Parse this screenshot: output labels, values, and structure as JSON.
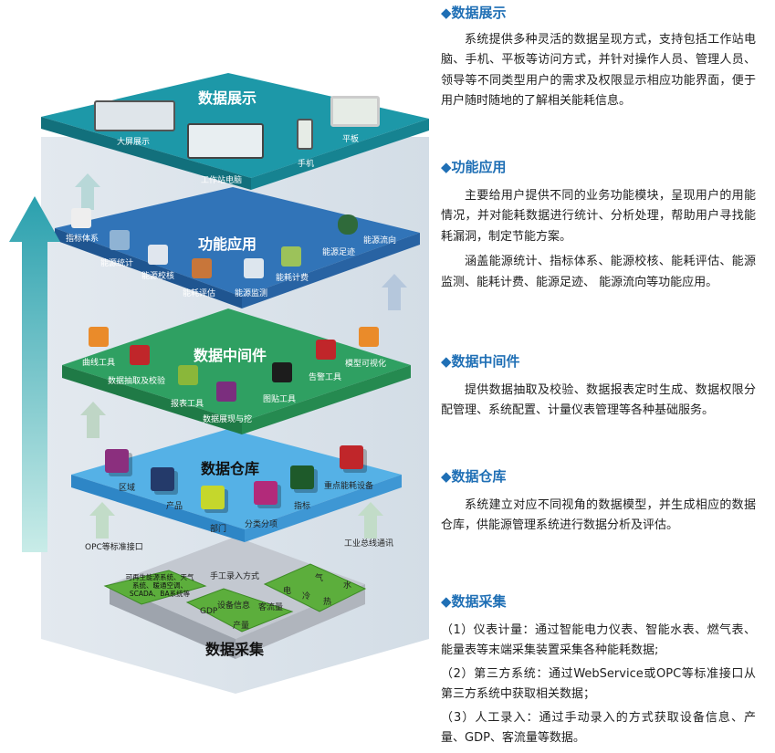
{
  "diagram": {
    "layers": [
      {
        "title": "数据展示",
        "items": [
          "大屏展示",
          "工作站电脑",
          "手机",
          "平板"
        ]
      },
      {
        "title": "功能应用",
        "items": [
          "指标体系",
          "能源统计",
          "能源校核",
          "能耗评估",
          "能源监测",
          "能耗计费",
          "能源足迹",
          "能源流向"
        ]
      },
      {
        "title": "数据中间件",
        "items": [
          "曲线工具",
          "数据抽取及校验",
          "报表工具",
          "数据展现与挖",
          "图贴工具",
          "告警工具",
          "模型可视化"
        ]
      },
      {
        "title": "数据仓库",
        "items": [
          "区域",
          "产品",
          "部门",
          "分类分项",
          "指标",
          "重点能耗设备"
        ]
      },
      {
        "title": "数据采集",
        "items": [
          "可再生能源系统、天气系统、暖通空调、SCADA、BA系统等",
          "手工录入方式",
          "设备信息",
          "GDP",
          "产量",
          "客流量",
          "电",
          "冷",
          "气",
          "热",
          "水"
        ]
      }
    ],
    "side_labels": [
      "OPC等标准接口",
      "工业总线通讯"
    ],
    "colors": {
      "display": "#1b97a7",
      "function": "#2f70b6",
      "middleware": "#2a9a5a",
      "warehouse": "#4aa9e2",
      "collect": "#c9ccd3",
      "heading": "#1f6fb5"
    }
  },
  "sections": [
    {
      "heading": "◆数据展示",
      "paras": [
        "系统提供多种灵活的数据呈现方式，支持包括工作站电脑、手机、平板等访问方式，并针对操作人员、管理人员、领导等不同类型用户的需求及权限显示相应功能界面，便于用户随时随地的了解相关能耗信息。"
      ]
    },
    {
      "heading": "◆功能应用",
      "paras": [
        "主要给用户提供不同的业务功能模块，呈现用户的用能情况，并对能耗数据进行统计、分析处理，帮助用户寻找能耗漏洞，制定节能方案。",
        "涵盖能源统计、指标体系、能源校核、能耗评估、能源监测、能耗计费、能源足迹、 能源流向等功能应用。"
      ]
    },
    {
      "heading": "◆数据中间件",
      "paras": [
        "提供数据抽取及校验、数据报表定时生成、数据权限分配管理、系统配置、计量仪表管理等各种基础服务。"
      ]
    },
    {
      "heading": "◆数据仓库",
      "paras": [
        "系统建立对应不同视角的数据模型，并生成相应的数据仓库，供能源管理系统进行数据分析及评估。"
      ]
    },
    {
      "heading": "◆数据采集",
      "paras": [
        "（1）仪表计量：通过智能电力仪表、智能水表、燃气表、能量表等末端采集装置采集各种能耗数据;",
        "（2）第三方系统：通过WebService或OPC等标准接口从第三方系统中获取相关数据；",
        "（3）人工录入：通过手动录入的方式获取设备信息、产量、GDP、客流量等数据。"
      ]
    }
  ]
}
